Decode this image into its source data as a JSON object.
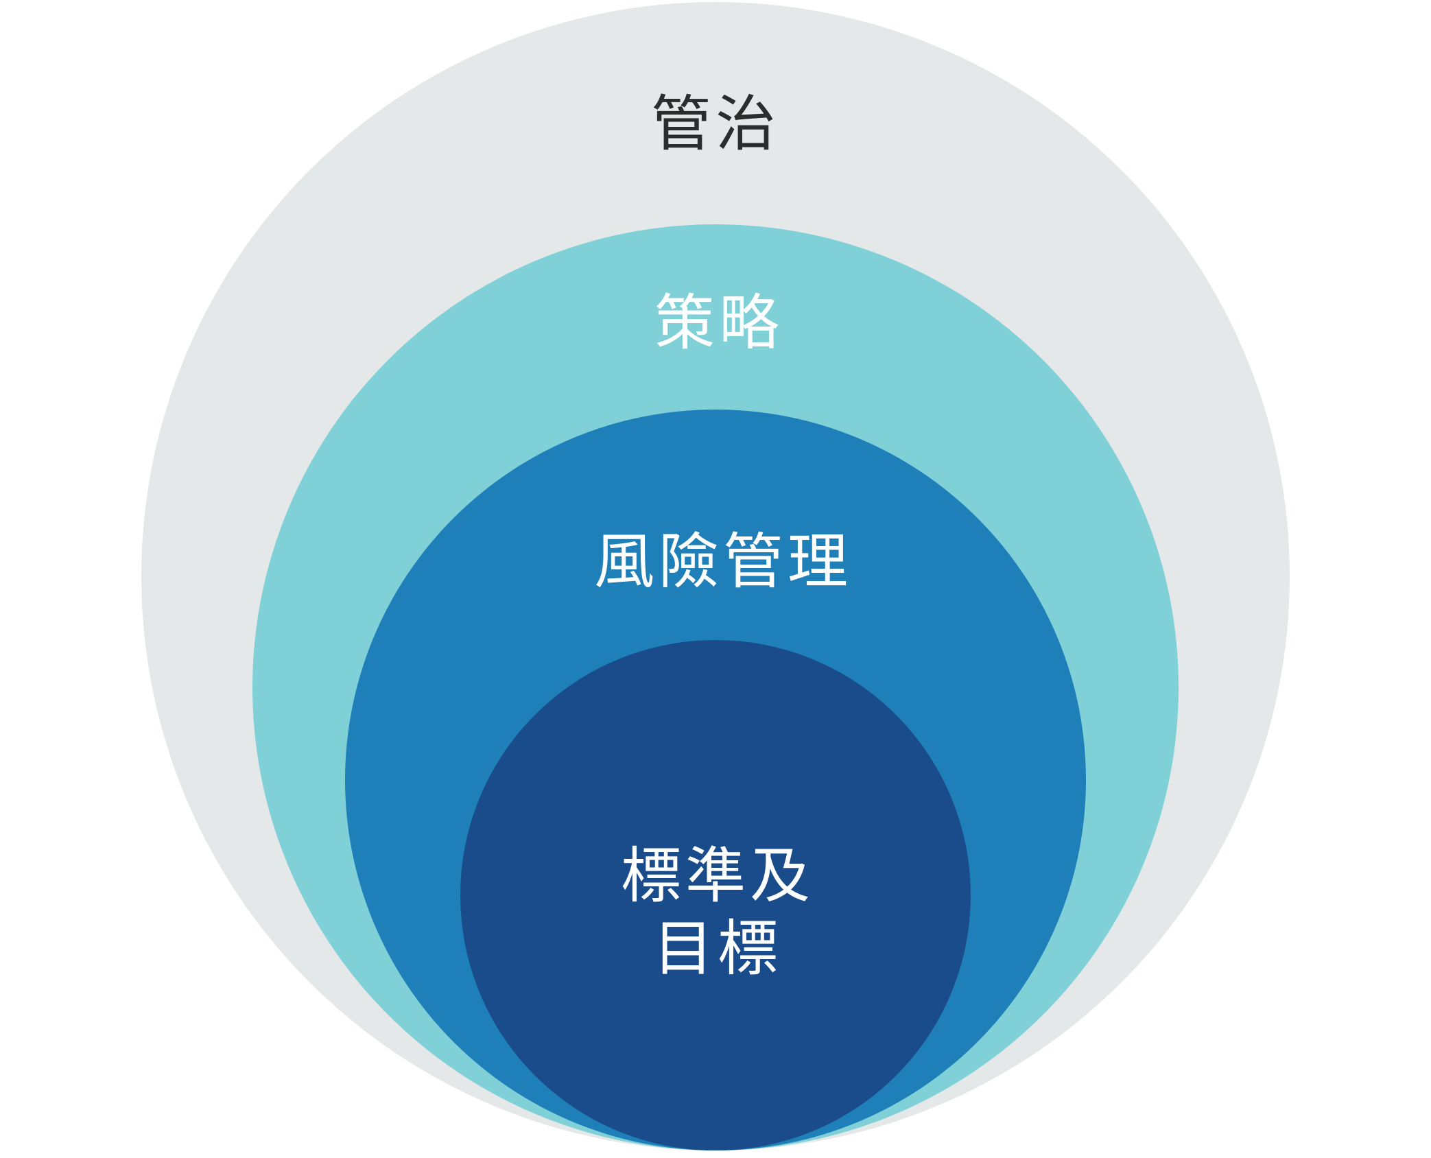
{
  "diagram": {
    "type": "nested-circles",
    "background_color": "#ffffff",
    "layers": [
      {
        "name": "governance",
        "label": "管治",
        "circle_color": "#e5e8e9",
        "text_color": "#2b2d2d"
      },
      {
        "name": "strategy",
        "label": "策略",
        "circle_color": "#80d0d7",
        "text_color": "#ffffff"
      },
      {
        "name": "risk-management",
        "label": "風險管理",
        "circle_color": "#1e7fb9",
        "text_color": "#ffffff"
      },
      {
        "name": "standards-and-targets",
        "lines": [
          "標準及",
          "目標"
        ],
        "circle_color": "#1a4c8c",
        "text_color": "#ffffff"
      }
    ]
  }
}
